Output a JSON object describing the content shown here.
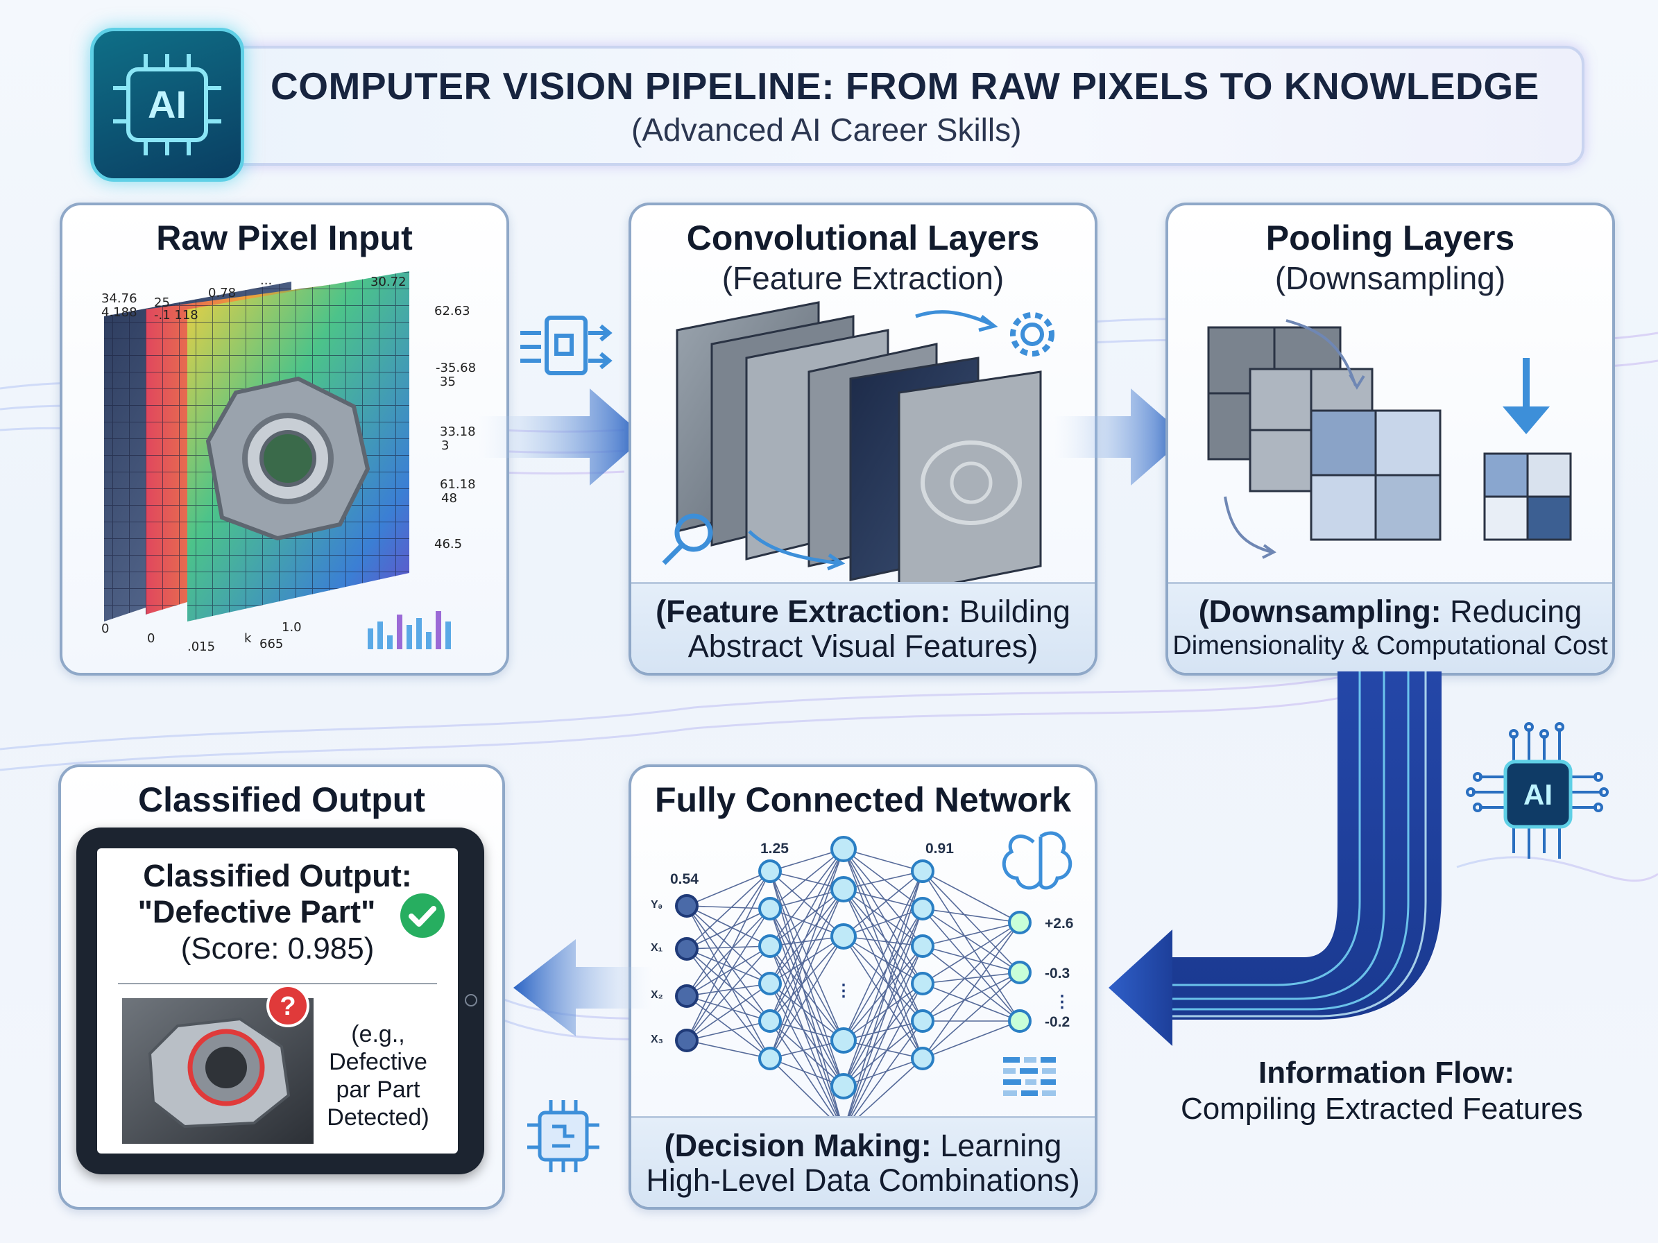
{
  "header": {
    "badge": "AI",
    "title": "COMPUTER VISION PIPELINE: FROM RAW PIXELS TO KNOWLEDGE",
    "subtitle": "(Advanced AI Career Skills)"
  },
  "raw": {
    "title": "Raw Pixel Input",
    "top_numbers": [
      "34.76",
      "4.188",
      "25",
      "-.1 118",
      "0.78",
      "...",
      "30.72"
    ],
    "right_numbers": [
      "62.63",
      "-35.68",
      "35",
      "33.18",
      "3",
      "61.18",
      "48",
      "46.5"
    ],
    "bottom_numbers": [
      "0",
      "0",
      ".015",
      "k",
      "665",
      "1.0"
    ]
  },
  "conv": {
    "title": "Convolutional Layers",
    "subtitle": "(Feature Extraction)",
    "footer_bold": "(Feature Extraction:",
    "footer_rest": " Building",
    "footer_line2": "Abstract Visual Features)"
  },
  "pool": {
    "title": "Pooling Layers",
    "subtitle": "(Downsampling)",
    "footer_bold": "(Downsampling:",
    "footer_rest": " Reducing",
    "footer_line2": "Dimensionality & Computational Cost"
  },
  "fc": {
    "title": "Fully Connected Network",
    "labels": {
      "in1": "0.54",
      "h1": "1.25",
      "h3": "0.91",
      "o1": "+2.6",
      "o2": "-0.3",
      "o3": "-0.2"
    },
    "input_labels": [
      "Yₔ",
      "X₁",
      "X₂",
      "X₃"
    ],
    "footer_bold": "(Decision Making:",
    "footer_rest": " Learning",
    "footer_line2": "High-Level Data Combinations)"
  },
  "output": {
    "title": "Classified Output",
    "line1": "Classified Output:",
    "line2": "\"Defective Part\"",
    "line3": "(Score: 0.985)",
    "question": "?",
    "note": [
      "(e.g.,",
      "Defective",
      "par Part",
      "Detected)"
    ]
  },
  "flow": {
    "bold": "Information Flow:",
    "rest": "Compiling Extracted Features",
    "chip": "AI"
  },
  "colors": {
    "accent": "#2f6fc4",
    "teal": "#2fb3d6",
    "green": "#27ae60",
    "red": "#e03a3a"
  }
}
